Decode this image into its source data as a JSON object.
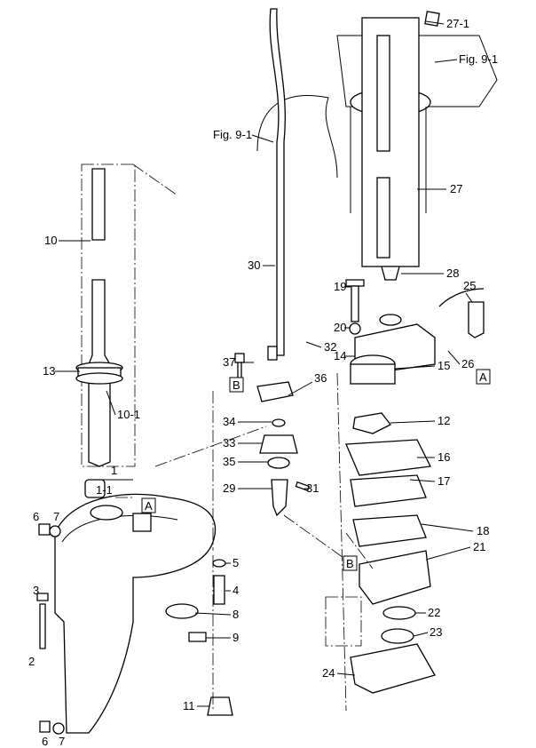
{
  "diagram": {
    "type": "exploded parts diagram",
    "line_color": "#000000",
    "background": "#ffffff",
    "labels": [
      "27-1",
      "Fig. 9-1",
      "Fig. 9-1",
      "27",
      "10",
      "30",
      "28",
      "25",
      "19",
      "20",
      "14",
      "26",
      "A",
      "32",
      "37",
      "36",
      "B",
      "15",
      "13",
      "10-1",
      "34",
      "12",
      "33",
      "16",
      "35",
      "1",
      "17",
      "1-1",
      "29",
      "31",
      "18",
      "6",
      "7",
      "21",
      "5",
      "4",
      "3",
      "8",
      "22",
      "9",
      "23",
      "2",
      "24",
      "11",
      "6",
      "7",
      "A",
      "B"
    ]
  }
}
